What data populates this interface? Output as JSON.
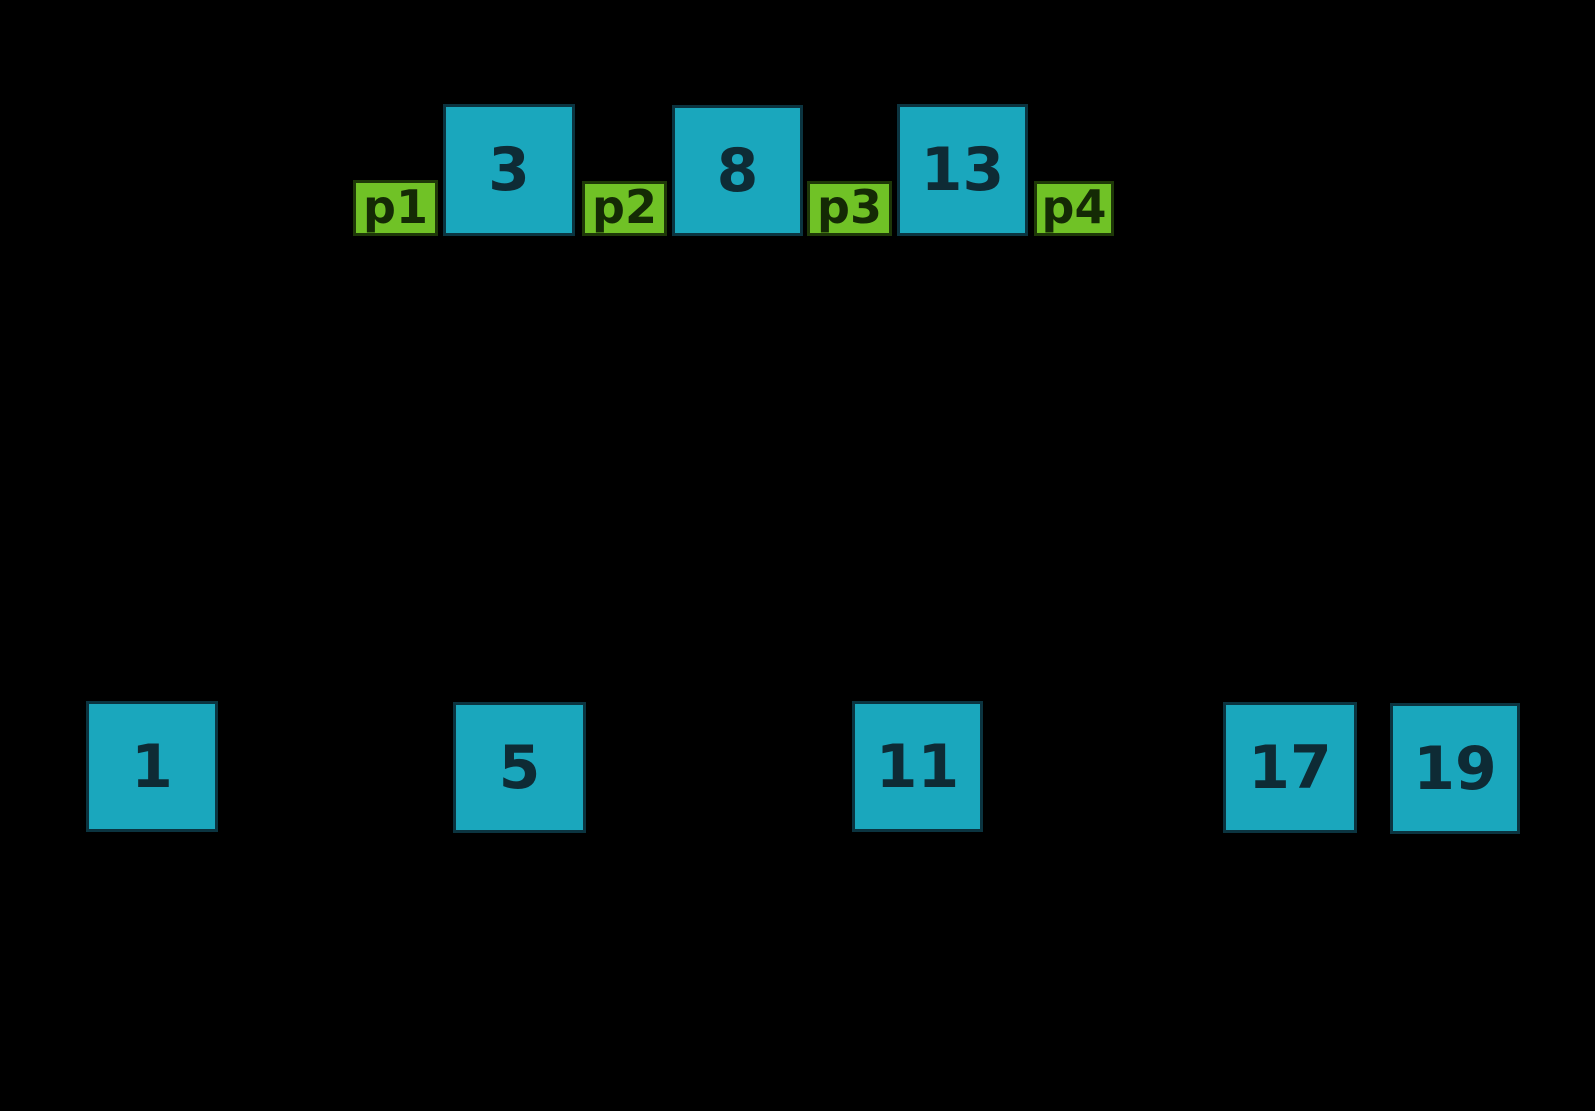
{
  "diagram": {
    "type": "btree-node",
    "background": "#000000",
    "colors": {
      "key_fill": "#1aa7bd",
      "key_border": "#0b3440",
      "key_text": "#0e2b35",
      "pointer_fill": "#70c226",
      "pointer_border": "#1e3808",
      "pointer_text": "#142a05"
    },
    "node": {
      "cells": [
        {
          "type": "pointer",
          "label": "p1"
        },
        {
          "type": "key",
          "label": "3"
        },
        {
          "type": "pointer",
          "label": "p2"
        },
        {
          "type": "key",
          "label": "8"
        },
        {
          "type": "pointer",
          "label": "p3"
        },
        {
          "type": "key",
          "label": "13"
        },
        {
          "type": "pointer",
          "label": "p4"
        }
      ]
    },
    "children": [
      {
        "label": "1"
      },
      {
        "label": "5"
      },
      {
        "label": "11"
      },
      {
        "label": "17"
      },
      {
        "label": "19"
      }
    ]
  }
}
